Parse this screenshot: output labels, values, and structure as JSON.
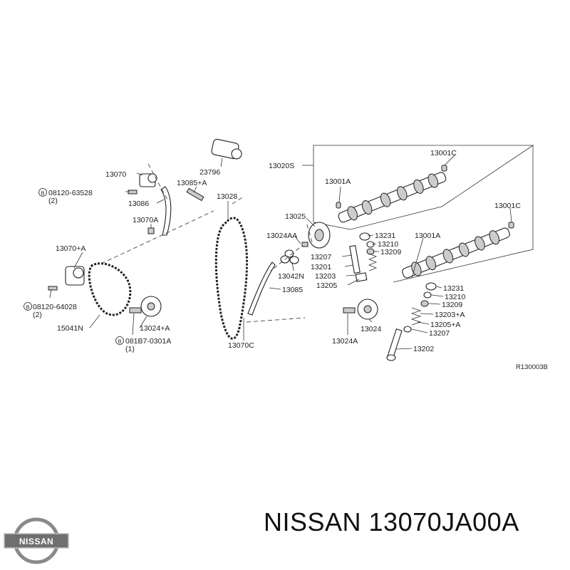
{
  "labels": {
    "l13001C_a": "13001C",
    "l13020S": "13020S",
    "l13001A_a": "13001A",
    "l13001C_b": "13001C",
    "l13025": "13025",
    "l13024AA": "13024AA",
    "l13231_a": "13231",
    "l13001A_b": "13001A",
    "l13210_a": "13210",
    "l13209_a": "13209",
    "l13207_a": "13207",
    "l13201": "13201",
    "l13203": "13203",
    "l13205": "13205",
    "l13042N": "13042N",
    "l13085": "13085",
    "l13231_b": "13231",
    "l13210_b": "13210",
    "l13209_b": "13209",
    "l13203A": "13203+A",
    "l13205A": "13205+A",
    "l13207_b": "13207",
    "l13202": "13202",
    "l13024_b": "13024",
    "l13024A": "13024A",
    "l23796": "23796",
    "l13070": "13070",
    "l13085A": "13085+A",
    "l13028": "13028",
    "l08120_63528": "08120-63528",
    "l08120_63528_qty": "(2)",
    "l13086": "13086",
    "l13070A": "13070A",
    "l13070plusA": "13070+A",
    "l08120_64028": "08120-64028",
    "l08120_64028_qty": "(2)",
    "l15041N": "15041N",
    "l13024plusA": "13024+A",
    "l081B7": "081B7-0301A",
    "l081B7_qty": "(1)",
    "l13070C": "13070C",
    "diagram_ref": "R130003B"
  },
  "bolt_symbol": "B",
  "logo_text": "NISSAN",
  "footer_title": "NISSAN 13070JA00A",
  "colors": {
    "ink": "#222222",
    "logo_silver": "#8a8a8a",
    "logo_band": "#6f6f6f"
  }
}
